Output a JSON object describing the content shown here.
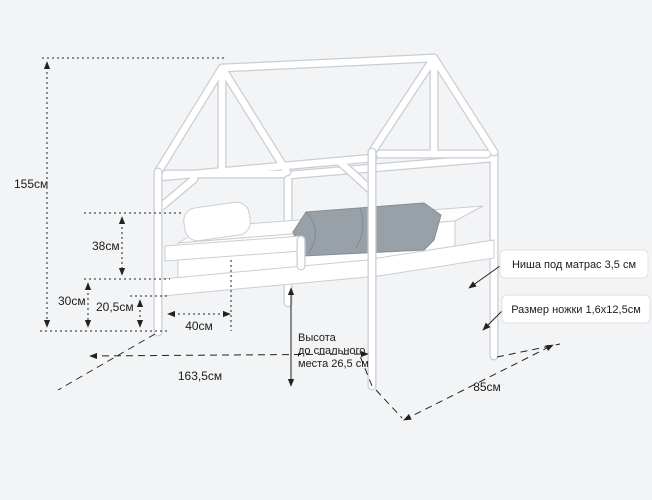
{
  "dimensions": {
    "total_height": "155см",
    "rail_height": "38см",
    "board_top_height": "30см",
    "under_bed_clearance": "20,5см",
    "entry_width": "40см",
    "length": "163,5см",
    "width": "85см",
    "sleeping_height_line1": "Высота",
    "sleeping_height_line2": "до спального",
    "sleeping_height_line3": "места 26,5 см"
  },
  "callouts": {
    "mattress_niche": "Ниша под матрас 3,5 см",
    "leg_size": "Размер ножки 1,6x12,5см"
  },
  "colors": {
    "background": "#f3f4f5",
    "dimension_line": "#222222",
    "bed_outline": "#c9ced3",
    "bed_fill": "#ffffff",
    "blanket": "#99a1a8"
  }
}
